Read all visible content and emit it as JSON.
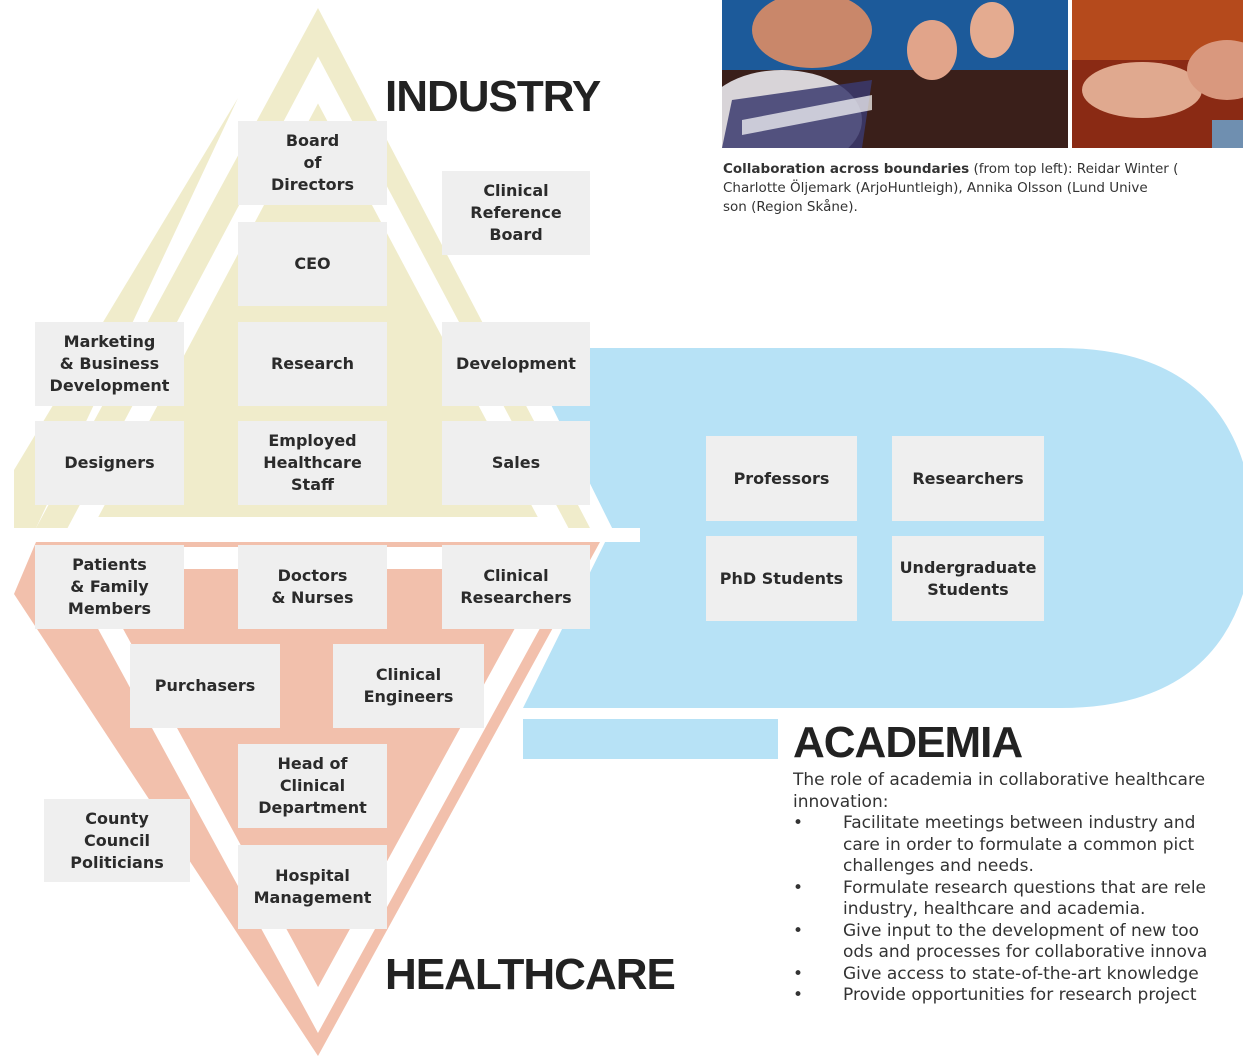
{
  "headings": {
    "industry": "INDUSTRY",
    "healthcare": "HEALTHCARE",
    "academia": "ACADEMIA"
  },
  "industry_boxes": {
    "board": "Board\nof\nDirectors",
    "clinical_reference_board": "Clinical\nReference\nBoard",
    "ceo": "CEO",
    "marketing": "Marketing\n& Business\nDevelopment",
    "research": "Research",
    "development": "Development",
    "designers": "Designers",
    "employed_staff": "Employed\nHealthcare\nStaff",
    "sales": "Sales"
  },
  "healthcare_boxes": {
    "patients": "Patients\n& Family\nMembers",
    "doctors": "Doctors\n& Nurses",
    "clinical_researchers": "Clinical\nResearchers",
    "purchasers": "Purchasers",
    "clinical_engineers": "Clinical\nEngineers",
    "head_of_department": "Head of\nClinical\nDepartment",
    "county_council": "County\nCouncil\nPoliticians",
    "hospital_management": "Hospital\nManagement"
  },
  "academia_boxes": {
    "professors": "Professors",
    "researchers": "Researchers",
    "phd_students": "PhD Students",
    "undergraduate": "Undergraduate\nStudents"
  },
  "caption": {
    "bold": "Collaboration across boundaries",
    "line1_rest": " (from top left): Reidar Winter (",
    "line2": "Charlotte Öljemark (ArjoHuntleigh), Annika Olsson (Lund Unive",
    "line3": "son (Region Skåne)."
  },
  "academia_text": {
    "intro": "The role of academia in collaborative healthcare\ninnovation:",
    "bullet_symbol": "•",
    "bullets": [
      "Facilitate meetings between industry and\ncare in  order to formulate a common pict\nchallenges and needs.",
      "Formulate research questions that are rele\nindustry, healthcare and academia.",
      "Give input to the development of new too\nods and processes for collaborative innova",
      "Give access to state-of-the-art knowledge",
      "Provide opportunities for research project"
    ]
  },
  "colors": {
    "industry": "#f0eccb",
    "healthcare": "#f2c0ac",
    "academia": "#b7e2f6",
    "box": "#efefef"
  }
}
